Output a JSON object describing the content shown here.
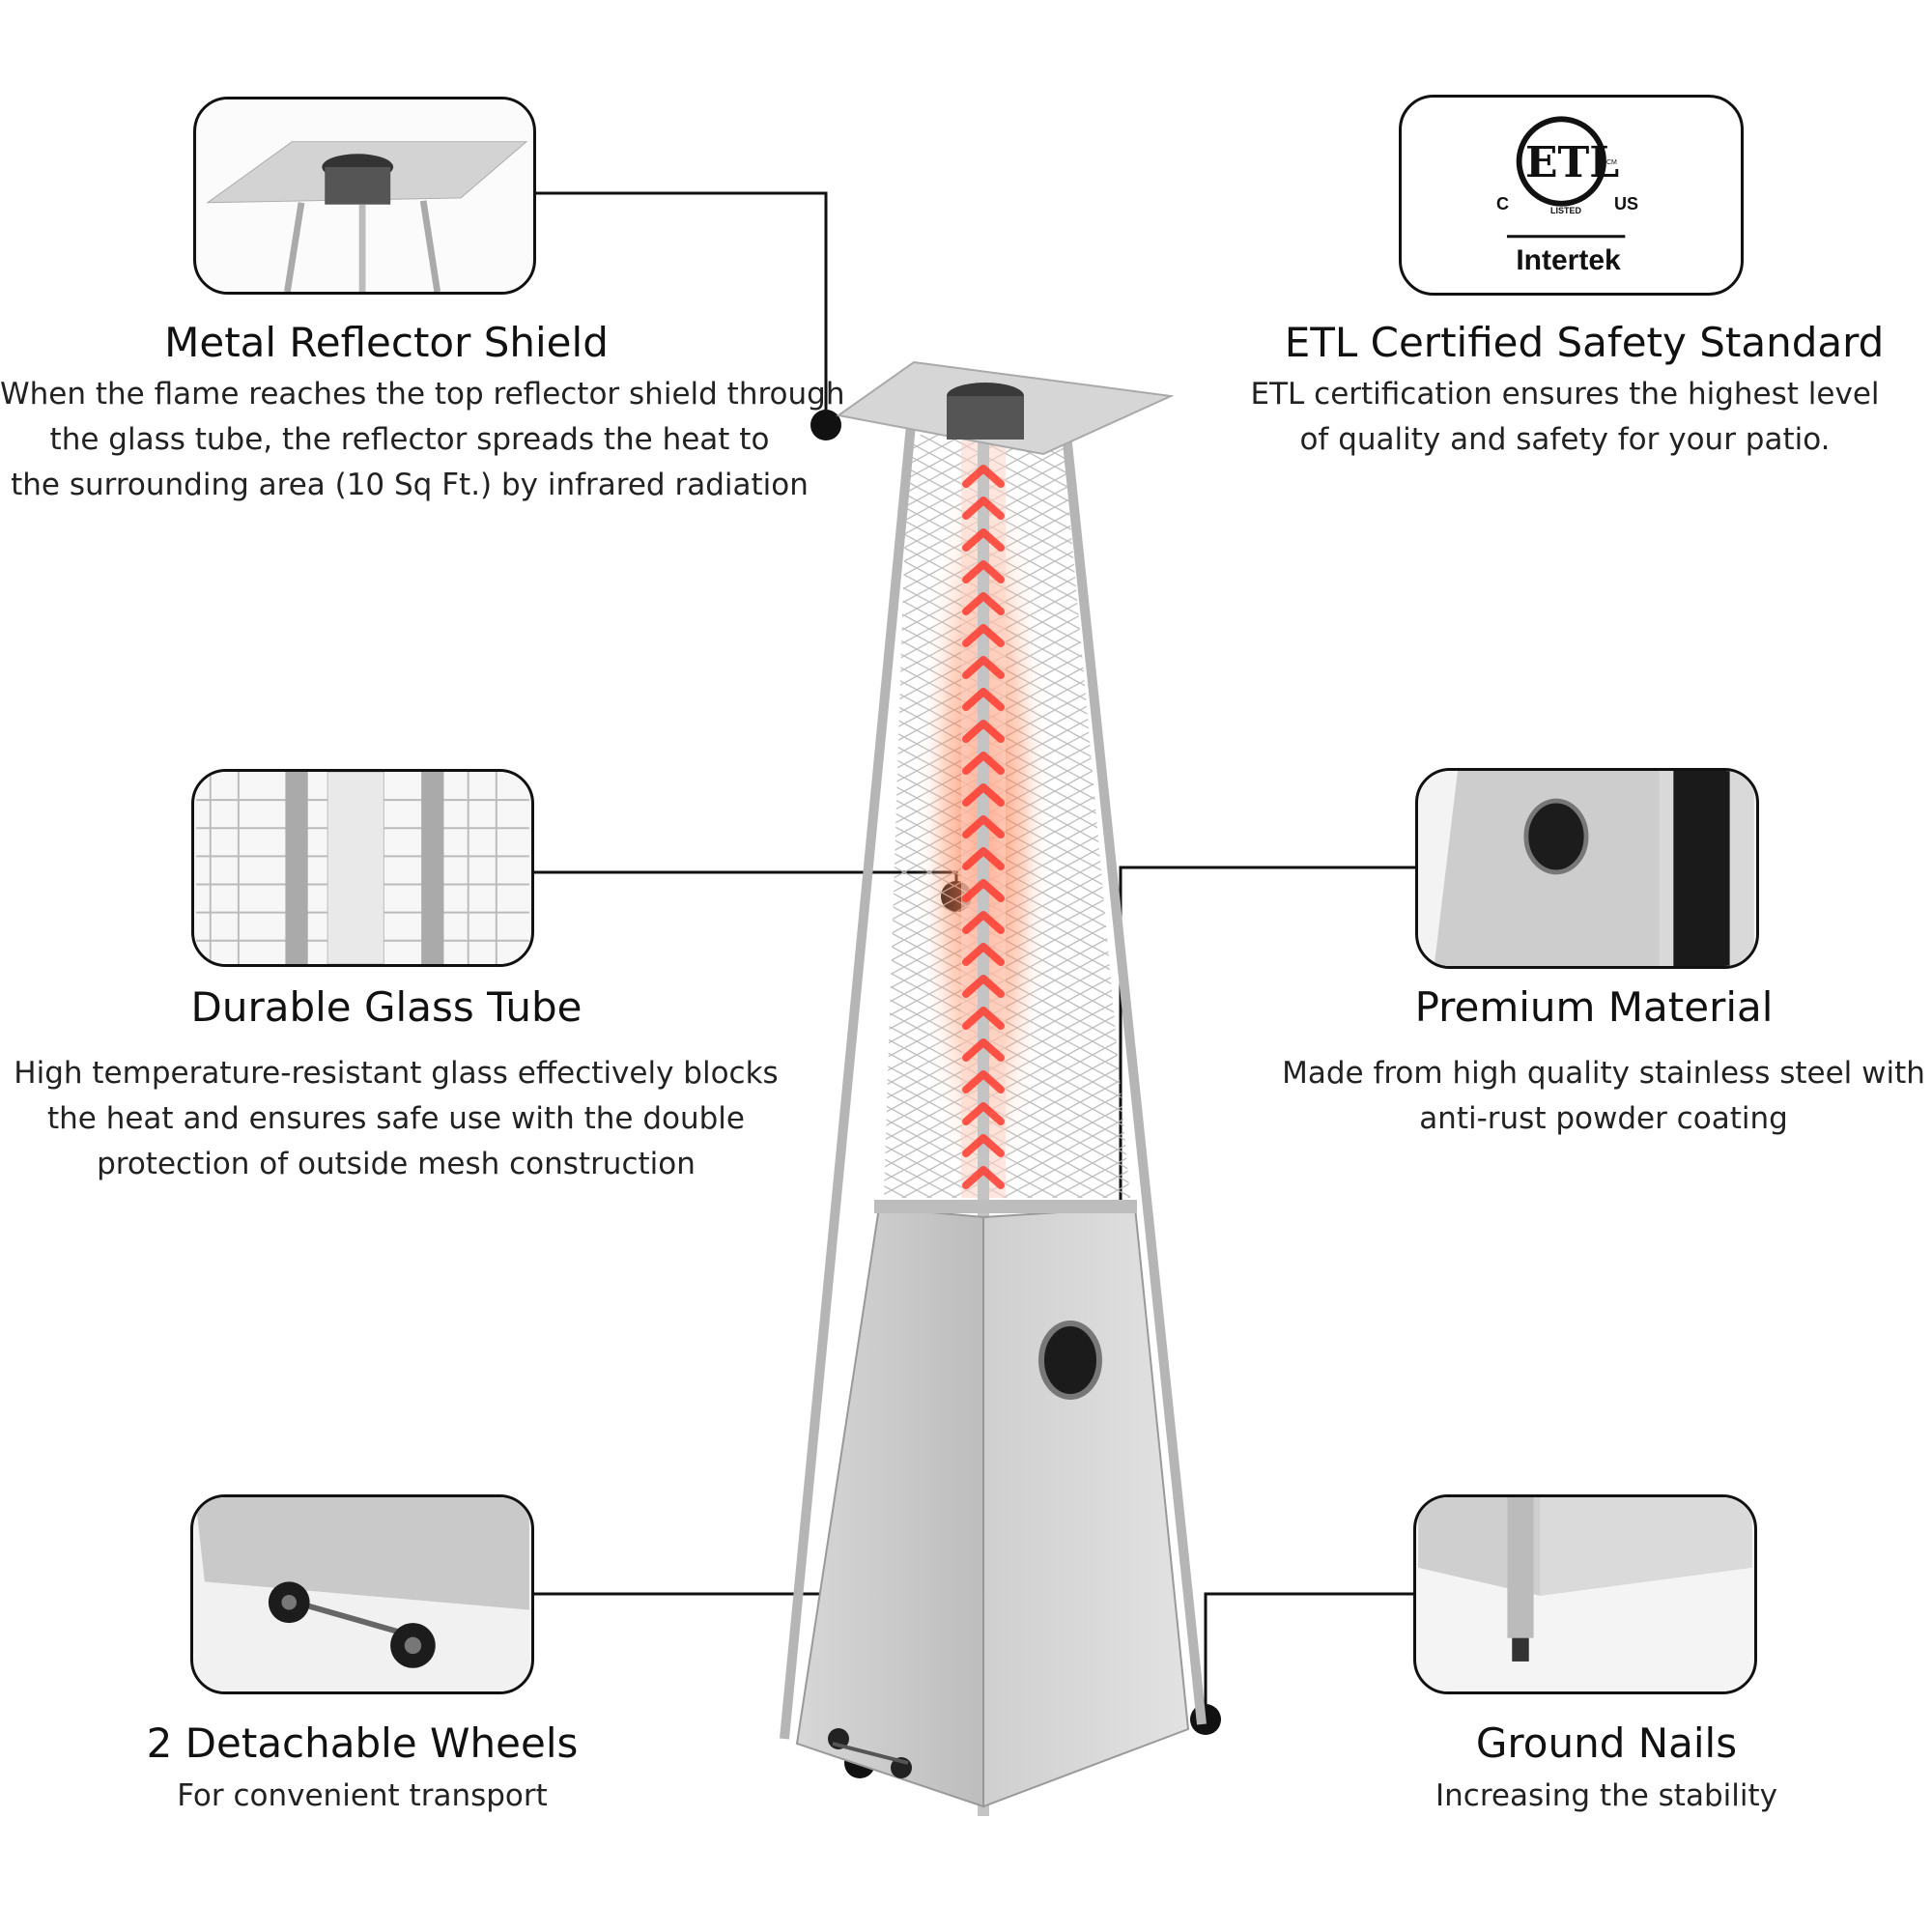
{
  "features": [
    {
      "id": "reflector",
      "title": "Metal Reflector Shield",
      "lines": [
        "When the flame reaches the top reflector shield through",
        "the glass tube, the reflector spreads the heat to",
        "the surrounding area (10 Sq Ft.) by infrared radiation"
      ]
    },
    {
      "id": "etl",
      "title": "ETL Certified Safety Standard",
      "lines": [
        "ETL certification ensures the highest level",
        "of quality and safety for your patio."
      ]
    },
    {
      "id": "glass-tube",
      "title": "Durable Glass Tube",
      "lines": [
        "High temperature-resistant glass effectively blocks",
        "the heat and ensures safe use with the double",
        "protection of outside mesh construction"
      ]
    },
    {
      "id": "material",
      "title": "Premium Material",
      "lines": [
        "Made from high quality stainless steel with",
        "anti-rust powder coating"
      ]
    },
    {
      "id": "wheels",
      "title": "2 Detachable Wheels",
      "lines": [
        "For convenient transport"
      ]
    },
    {
      "id": "nails",
      "title": "Ground Nails",
      "lines": [
        "Increasing the stability"
      ]
    }
  ],
  "etl_logo": {
    "mark": "ETL",
    "left": "C",
    "right": "US",
    "small": "LISTED",
    "cm": "CM",
    "brand": "Intertek"
  },
  "colors": {
    "steel": "#c9c9c9",
    "steel_dark": "#9a9a9a",
    "flame": "#ff3b2f",
    "line": "#111111"
  }
}
